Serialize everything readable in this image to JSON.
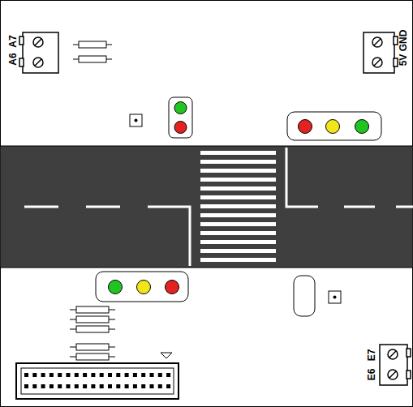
{
  "diagram": {
    "labels": [
      "A6",
      "A7",
      "5V",
      "GND",
      "E6",
      "E7"
    ]
  }
}
